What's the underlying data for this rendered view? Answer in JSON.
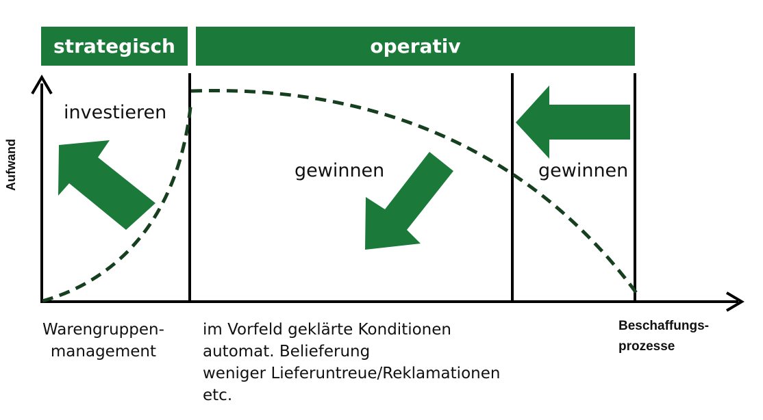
{
  "header": {
    "strategic_label": "strategisch",
    "operative_label": "operativ"
  },
  "axes": {
    "y_label": "Aufwand",
    "x_label_line1": "Beschaffungs-",
    "x_label_line2": "prozesse"
  },
  "regions": {
    "invest_label": "investieren",
    "gain_label_middle": "gewinnen",
    "gain_label_right": "gewinnen"
  },
  "footer": {
    "left": [
      "Warengruppen-",
      "management"
    ],
    "right": [
      "im Vorfeld geklärte Konditionen",
      "automat. Belieferung",
      "weniger Lieferuntreue/Reklamationen",
      "etc."
    ]
  },
  "colors": {
    "band": "#1b7a3a",
    "arrow": "#1b7a3a",
    "curve": "#163f1f",
    "axis": "#000000"
  },
  "icons": {
    "arrow_up_left": "arrow-up-left-icon",
    "arrow_down_left": "arrow-down-left-icon",
    "arrow_left": "arrow-left-icon"
  }
}
